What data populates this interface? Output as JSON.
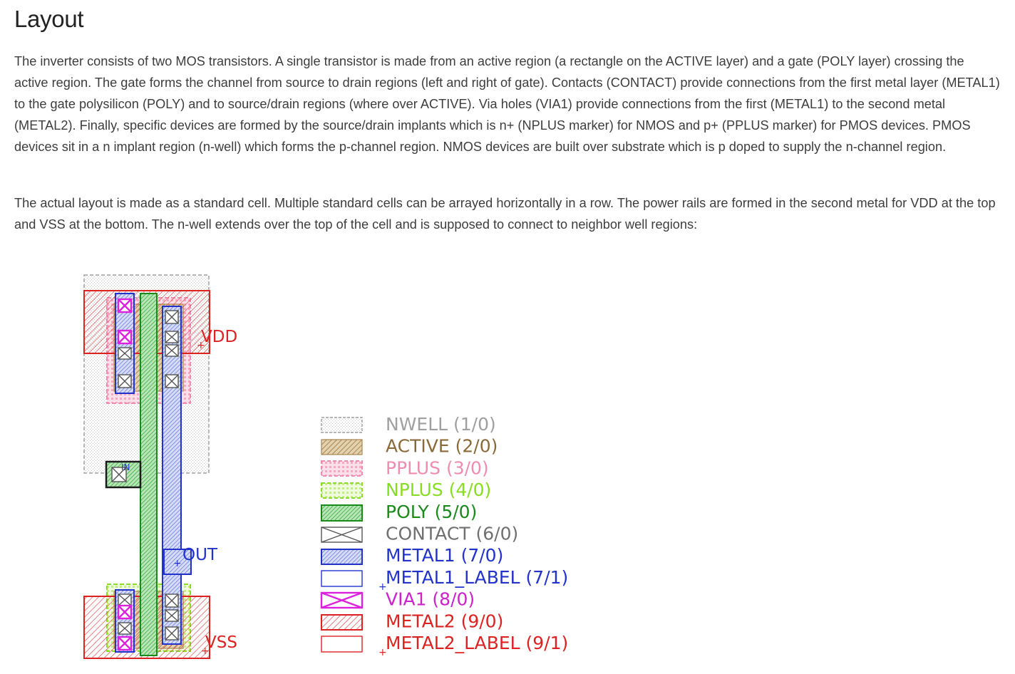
{
  "heading": "Layout",
  "paragraphs": [
    "The inverter consists of two MOS transistors. A single transistor is made from an active region (a rectangle on the ACTIVE layer) and a gate (POLY layer) crossing the active region. The gate forms the channel from source to drain regions (left and right of gate). Contacts (CONTACT) provide connections from the first metal layer (METAL1) to the gate polysilicon (POLY) and to source/drain regions (where over ACTIVE). Via holes (VIA1) provide connections from the first (METAL1) to the second metal (METAL2). Finally, specific devices are formed by the source/drain implants which is n+ (NPLUS marker) for NMOS and p+ (PPLUS marker) for PMOS devices. PMOS devices sit in a n implant region (n-well) which forms the p-channel region. NMOS devices are built over substrate which is p doped to supply the n-channel region.",
    "The actual layout is made as a standard cell. Multiple standard cells can be arrayed horizontally in a row. The power rails are formed in the second metal for VDD at the top and VSS at the bottom. The n-well extends over the top of the cell and is supposed to connect to neighbor well regions:"
  ],
  "cell_labels": {
    "vdd": "VDD",
    "out": "OUT",
    "vss": "VSS",
    "in": "IN"
  },
  "legend": [
    {
      "label": "NWELL (1/0)",
      "color": "#a0a0a0"
    },
    {
      "label": "ACTIVE (2/0)",
      "color": "#8b6a3a"
    },
    {
      "label": "PPLUS (3/0)",
      "color": "#f08cb0"
    },
    {
      "label": "NPLUS (4/0)",
      "color": "#88dd22"
    },
    {
      "label": "POLY (5/0)",
      "color": "#1a8a1a"
    },
    {
      "label": "CONTACT (6/0)",
      "color": "#707070"
    },
    {
      "label": "METAL1 (7/0)",
      "color": "#2233cc"
    },
    {
      "label": "METAL1_LABEL (7/1)",
      "color": "#2233cc"
    },
    {
      "label": "VIA1 (8/0)",
      "color": "#cc22cc"
    },
    {
      "label": "METAL2 (9/0)",
      "color": "#dd2222"
    },
    {
      "label": "METAL2_LABEL (9/1)",
      "color": "#dd2222"
    }
  ]
}
